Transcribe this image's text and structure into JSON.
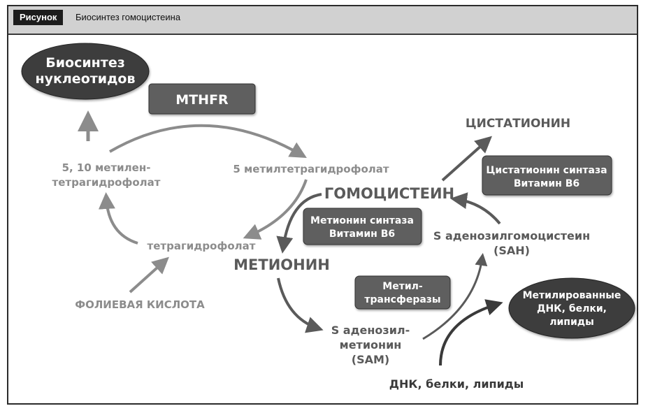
{
  "header": {
    "badge": "Рисунок",
    "title": "Биосинтез гомоцистеина"
  },
  "colors": {
    "light_gray": "#8c8c8c",
    "dark_gray": "#5a5a5a",
    "box_fill": "#5e5e5e",
    "ellipse_fill": "#3c3c3c",
    "header_bg": "#d1d1d1"
  },
  "nodes": {
    "nucleotide_biosynthesis": [
      "Биосинтез",
      "нуклеотидов"
    ],
    "mthfr": "MTHFR",
    "methylene_thf": [
      "5, 10 метилен-",
      "тетрагидрофолат"
    ],
    "methyl_thf": "5 метилтетрагидрофолат",
    "thf": "тетрагидрофолат",
    "folic_acid": "ФОЛИЕВАЯ КИСЛОТА",
    "homocysteine": "ГОМОЦИСТЕИН",
    "methionine": "МЕТИОНИН",
    "methionine_synthase": [
      "Метионин синтаза",
      "Витамин В6"
    ],
    "cystathionine": "ЦИСТАТИОНИН",
    "cystathionine_synthase": [
      "Цистатионин синтаза",
      "Витамин В6"
    ],
    "sah": [
      "S аденозилгомоцистеин",
      "(SAH)"
    ],
    "methyltransferases": [
      "Метил-",
      "трансферазы"
    ],
    "sam": [
      "S аденозил-",
      "метионин",
      "(SAM)"
    ],
    "methylated": [
      "Метилированные",
      "ДНК, белки,",
      "липиды"
    ],
    "dna_proteins_lipids": "ДНК, белки, липиды"
  }
}
